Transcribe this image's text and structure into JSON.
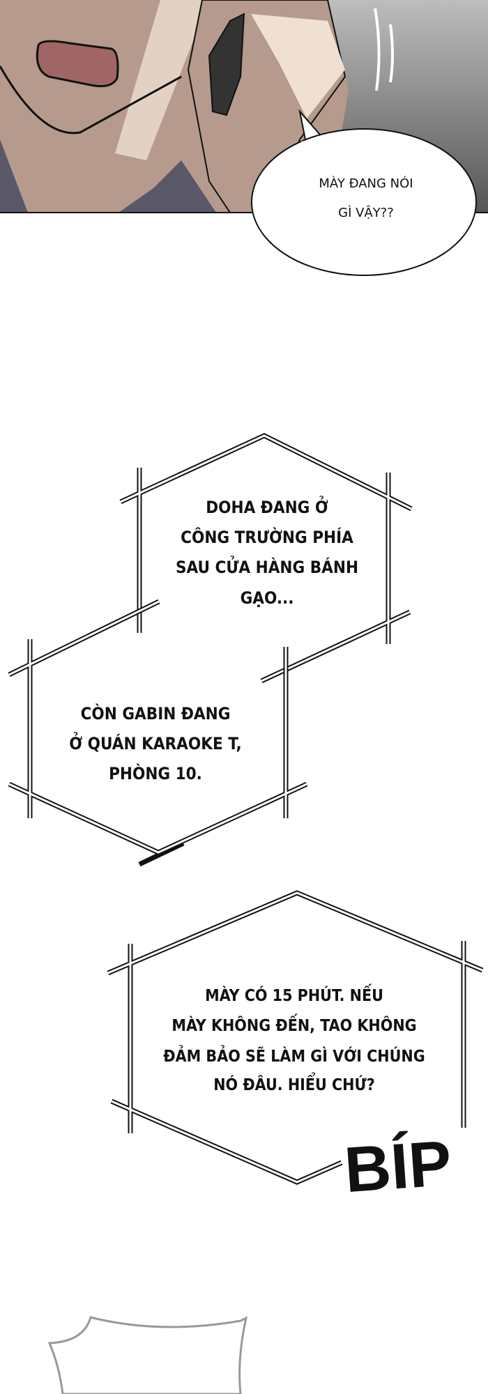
{
  "panel_top": {
    "speech_bubble": [
      "MÀY ĐANG NÓI",
      "GÌ VẬY??"
    ]
  },
  "caption_1": [
    "DOHA ĐANG Ở",
    "CÔNG TRƯỜNG PHÍA",
    "SAU CỬA HÀNG BÁNH",
    "GẠO..."
  ],
  "caption_2": [
    "CÒN GABIN ĐANG",
    "Ở QUÁN KARAOKE T,",
    "PHÒNG 10."
  ],
  "caption_3": [
    "MÀY CÓ 15 PHÚT. NẾU",
    "MÀY KHÔNG ĐẾN, TAO KHÔNG",
    "ĐẢM BẢO SẼ LÀM GÌ VỚI CHÚNG",
    "NÓ ĐÂU. HIỂU CHỨ?"
  ],
  "sound_effect": "BÍP",
  "colors": {
    "skin": "#b59a8d",
    "skin_light": "#efe0d2",
    "mouth": "#a06666",
    "shirt": "#5a5868",
    "background_gray": "#8a8a8a"
  }
}
